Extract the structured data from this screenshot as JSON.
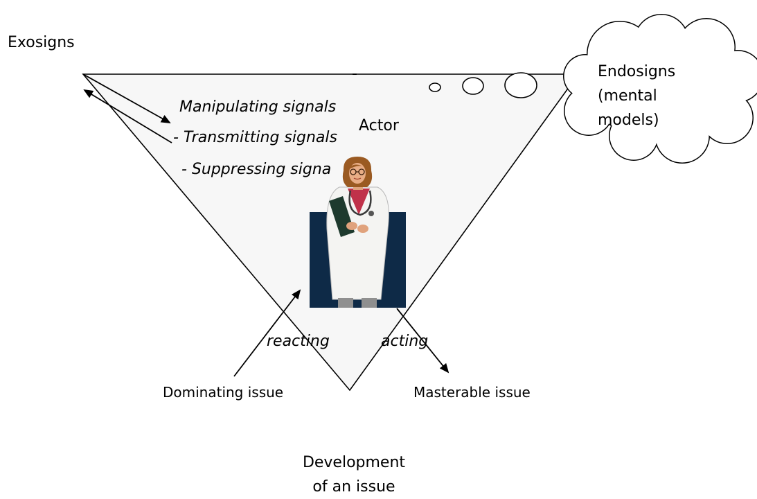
{
  "labels": {
    "exosigns": "Exosigns",
    "endosigns_line1": "Endosigns",
    "endosigns_line2": "(mental",
    "endosigns_line3": "models)",
    "actor": "Actor",
    "dash": "-",
    "manipulating": "Manipulating signals",
    "transmitting": "- Transmitting signals",
    "suppressing": "- Suppressing signa",
    "reacting": "reacting",
    "acting": "acting",
    "dominating_issue": "Dominating issue",
    "masterable_issue": "Masterable issue",
    "development_line1": "Development",
    "development_line2": "of an issue"
  },
  "colors": {
    "triangle_fill": "#f7f7f7",
    "stroke": "#000000",
    "figure_background": "#0e2a47",
    "coat": "#f4f4f2",
    "hair": "#9a5a22",
    "clipboard": "#1e3a2e"
  },
  "icons": {
    "thought_cloud": "cloud-shape",
    "doctor": "doctor-illustration"
  }
}
